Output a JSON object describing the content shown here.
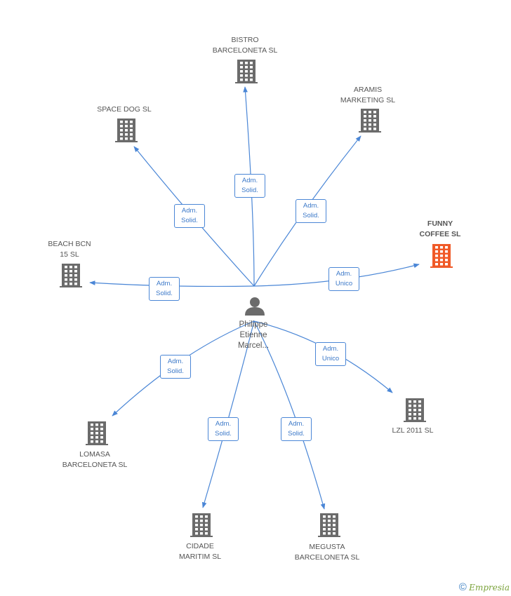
{
  "center": {
    "name_lines": [
      "Philippe",
      "Etienne",
      "Marcel..."
    ]
  },
  "companies": [
    {
      "id": "bistro",
      "lines": [
        "BISTRO",
        "BARCELONETA SL"
      ],
      "highlighted": false
    },
    {
      "id": "aramis",
      "lines": [
        "ARAMIS",
        "MARKETING SL"
      ],
      "highlighted": false
    },
    {
      "id": "spacedog",
      "lines": [
        "SPACE DOG SL"
      ],
      "highlighted": false
    },
    {
      "id": "funny",
      "lines": [
        "FUNNY",
        "COFFEE SL"
      ],
      "highlighted": true
    },
    {
      "id": "beach",
      "lines": [
        "BEACH BCN",
        "15 SL"
      ],
      "highlighted": false
    },
    {
      "id": "lzl",
      "lines": [
        "LZL 2011 SL"
      ],
      "highlighted": false
    },
    {
      "id": "lomasa",
      "lines": [
        "LOMASA",
        "BARCELONETA SL"
      ],
      "highlighted": false
    },
    {
      "id": "cidade",
      "lines": [
        "CIDADE",
        "MARITIM SL"
      ],
      "highlighted": false
    },
    {
      "id": "megusta",
      "lines": [
        "MEGUSTA",
        "BARCELONETA SL"
      ],
      "highlighted": false
    }
  ],
  "relations": [
    {
      "to": "bistro",
      "role": [
        "Adm.",
        "Solid."
      ]
    },
    {
      "to": "aramis",
      "role": [
        "Adm.",
        "Solid."
      ]
    },
    {
      "to": "spacedog",
      "role": [
        "Adm.",
        "Solid."
      ]
    },
    {
      "to": "funny",
      "role": [
        "Adm.",
        "Unico"
      ]
    },
    {
      "to": "beach",
      "role": [
        "Adm.",
        "Solid."
      ]
    },
    {
      "to": "lzl",
      "role": [
        "Adm.",
        "Unico"
      ]
    },
    {
      "to": "lomasa",
      "role": [
        "Adm.",
        "Solid."
      ]
    },
    {
      "to": "cidade",
      "role": [
        "Adm.",
        "Solid."
      ]
    },
    {
      "to": "megusta",
      "role": [
        "Adm.",
        "Solid."
      ]
    }
  ],
  "colors": {
    "edge": "#4a86d6",
    "building": "#6b6b6b",
    "building_highlight": "#f05a28",
    "person": "#6b6b6b"
  },
  "footer": {
    "copyright": "©",
    "brand": "mpresia",
    "brand_initial": "E"
  }
}
